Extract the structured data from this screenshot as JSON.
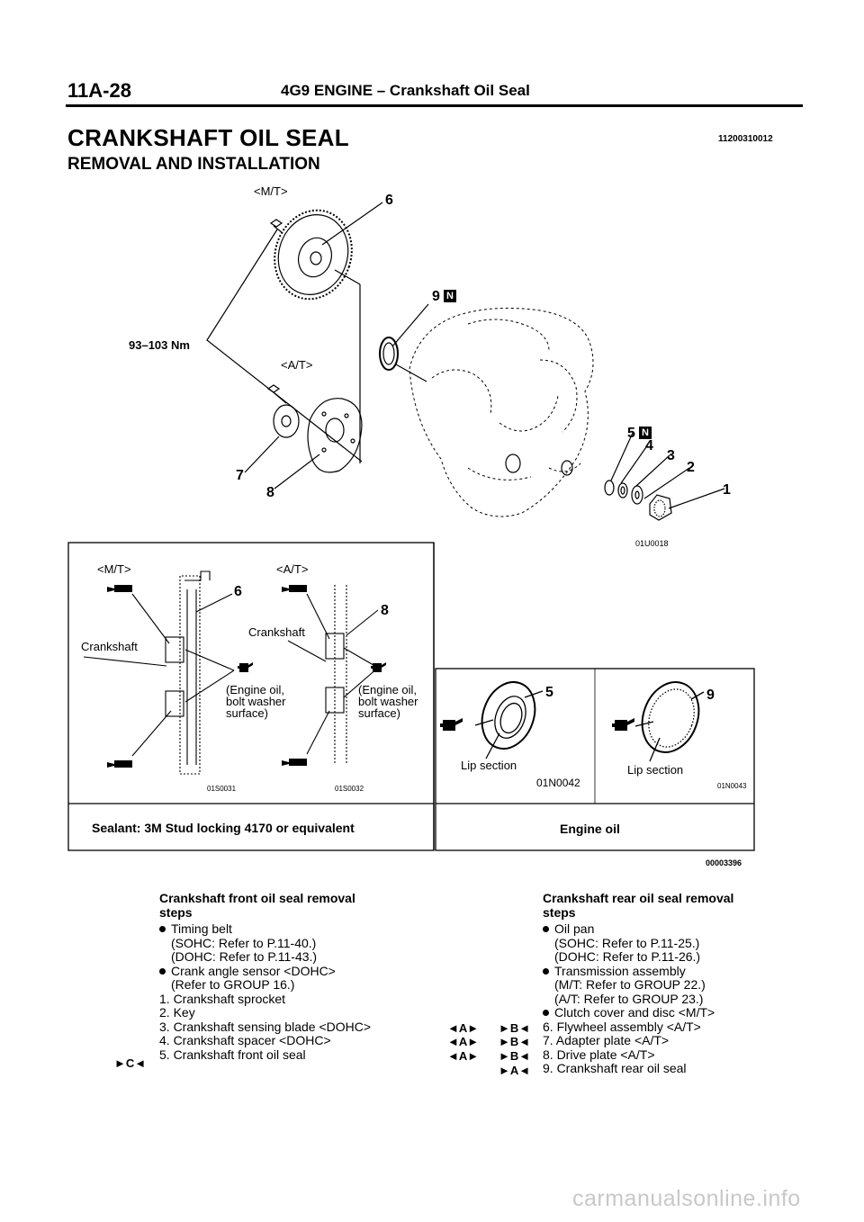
{
  "header": {
    "page_number": "11A-28",
    "section": "4G9 ENGINE – Crankshaft Oil Seal"
  },
  "title": "CRANKSHAFT OIL SEAL",
  "doc_id": "11200310012",
  "subtitle": "REMOVAL AND INSTALLATION",
  "main_figure": {
    "mt_label": "<M/T>",
    "at_label": "<A/T>",
    "torque": "93–103 Nm",
    "callouts": [
      "6",
      "9",
      "7",
      "8",
      "5",
      "4",
      "3",
      "2",
      "1"
    ],
    "n_mark": "N",
    "figure_code": "01U0018"
  },
  "panel_left": {
    "mt_label": "<M/T>",
    "at_label": "<A/T>",
    "crankshaft_label": "Crankshaft",
    "callout_6": "6",
    "callout_8": "8",
    "engine_oil_note": [
      "(Engine oil,",
      "bolt washer",
      "surface)"
    ],
    "engine_oil_note_at": [
      "(Engine oil,",
      "bolt washer",
      "surface)"
    ],
    "fig_code_1": "01S0031",
    "fig_code_2": "01S0032",
    "sealant_text": "Sealant: 3M Stud locking 4170 or equivalent"
  },
  "panel_right": {
    "callout_5": "5",
    "callout_9": "9",
    "lip_section": "Lip section",
    "fig_code_1": "01N0042",
    "fig_code_2": "01N0043",
    "engine_oil": "Engine oil"
  },
  "figure_ref": "00003396",
  "front_steps": {
    "heading": [
      "Crankshaft front oil seal removal",
      "steps"
    ],
    "lines": [
      "Timing belt",
      "(SOHC: Refer to P.11-40.)",
      "(DOHC: Refer to P.11-43.)",
      "Crank angle sensor <DOHC>",
      "(Refer to GROUP 16.)",
      "1. Crankshaft sprocket",
      "2. Key",
      "3. Crankshaft sensing blade <DOHC>",
      "4. Crankshaft spacer <DOHC>",
      "5. Crankshaft front oil seal"
    ],
    "marker_c": "C"
  },
  "rear_steps": {
    "heading": [
      "Crankshaft rear oil seal removal",
      "steps"
    ],
    "lines": [
      "Oil pan",
      "(SOHC: Refer to P.11-25.)",
      "(DOHC: Refer to P.11-26.)",
      "Transmission assembly",
      "(M/T: Refer to GROUP 22.)",
      "(A/T: Refer to GROUP 23.)",
      "Clutch cover and disc <M/T>",
      "6. Flywheel assembly <A/T>",
      "7. Adapter plate <A/T>",
      "8. Drive plate <A/T>",
      "9. Crankshaft rear oil seal"
    ],
    "markers_removal": [
      "A",
      "A",
      "A"
    ],
    "markers_install": [
      "B",
      "B",
      "B",
      "A"
    ]
  },
  "watermark": "carmanualsonline.info"
}
